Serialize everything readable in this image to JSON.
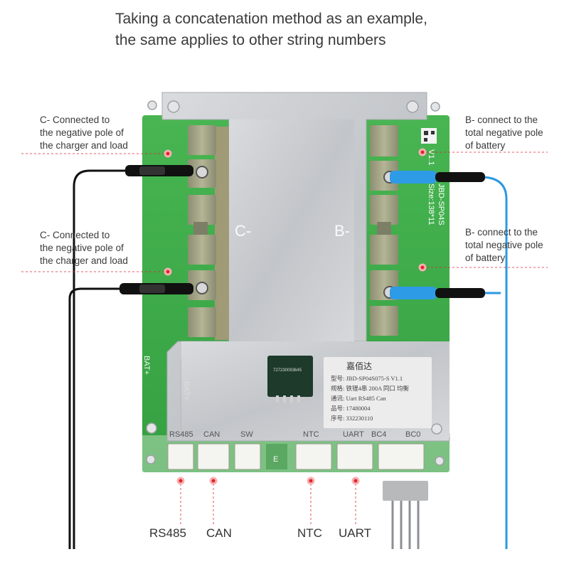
{
  "heading": {
    "line1": "Taking a concatenation method as an example,",
    "line2": "the same applies to other string numbers"
  },
  "notes": {
    "c_top": [
      "C- Connected to",
      "the negative pole of",
      "the charger and load"
    ],
    "c_mid": [
      "C- Connected to",
      "the negative pole of",
      "the charger and load"
    ],
    "b_top": [
      "B- connect to the",
      "total negative pole",
      "of battery"
    ],
    "b_mid": [
      "B- connect to the",
      "total negative pole",
      "of battery"
    ]
  },
  "plate_labels": {
    "c_minus": "C-",
    "b_minus": "B-"
  },
  "silkscreen": {
    "bat_plus_1": "BAT+",
    "bat_plus_2": "BAT+",
    "board_id": "JBD-SP04S",
    "version": "V1.1",
    "size": "Size:138*11",
    "ntc_header": "NTC",
    "bc4": "BC4",
    "bc0": "BC0",
    "e": "E",
    "connectors": [
      "RS485",
      "CAN",
      "SW",
      "NTC",
      "UART"
    ]
  },
  "chip": {
    "text": "727230093645"
  },
  "sticker": {
    "brand": "嘉佰达",
    "rows": [
      "型号:  JBD-SP04S075-S V1.1",
      "规格:  铁锂4串 200A 同口 均衡",
      "通讯:  Uart RS485 Can",
      "品号:  17480004",
      "序号:  332230110"
    ]
  },
  "bottom_labels": [
    "RS485",
    "CAN",
    "NTC",
    "UART"
  ],
  "colors": {
    "pcb": "#3fae4a",
    "plate": "#c9ccd0",
    "marker": "#e0262b",
    "blue_wire": "#2a9ae0",
    "black_wire": "#111111"
  },
  "icons": [
    "marker-dot-icon",
    "mounting-hole-icon",
    "qr-code-icon",
    "brand-logo-icon"
  ]
}
